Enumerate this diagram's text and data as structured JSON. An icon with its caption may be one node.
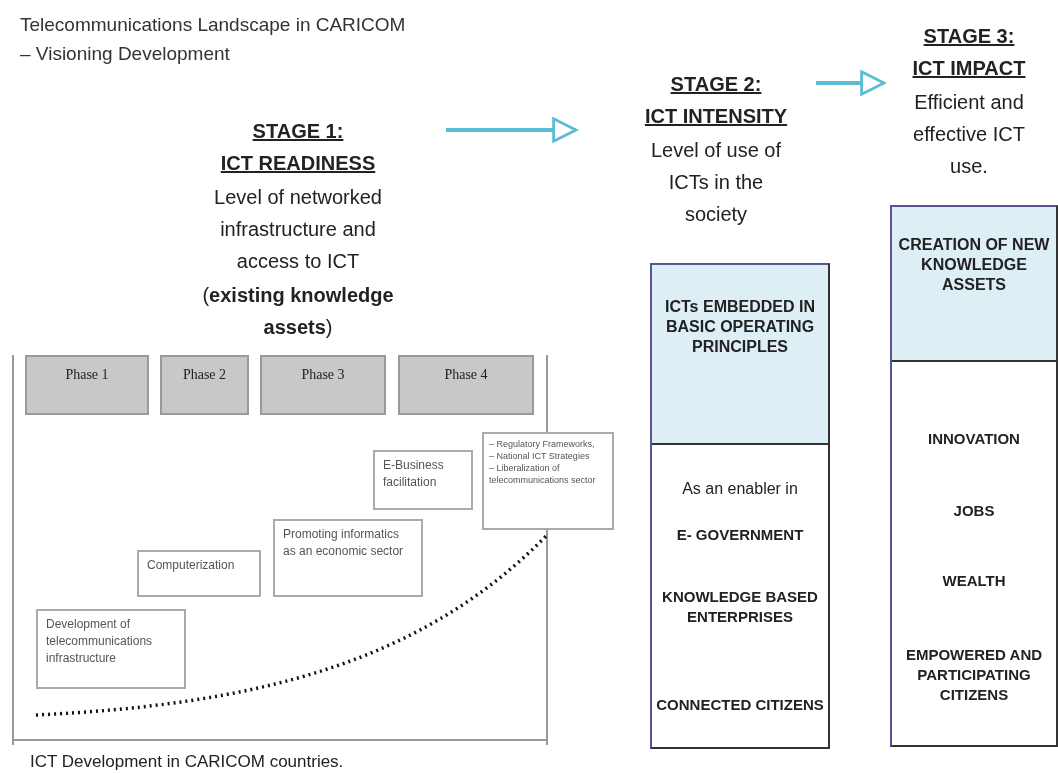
{
  "diagram": {
    "title": "Telecommunications Landscape in CARICOM – Visioning Development",
    "caption": "ICT Development in CARICOM countries.",
    "nodes": [
      {
        "text": [
          "STAGE 1:",
          "ICT READINESS",
          "Level of networked infrastructure and access to ICT",
          "(**existing knowledge assets**)"
        ]
      },
      {
        "text": [
          "STAGE 2:",
          "ICT INTENSITY",
          "Level of use of ICTs in the society"
        ]
      },
      {
        "text": [
          "STAGE 3:",
          "ICT IMPACT",
          "Efficient and effective ICT use."
        ]
      },
      {
        "text": [
          "Phase 1"
        ]
      },
      {
        "text": [
          "Phase 2"
        ]
      },
      {
        "text": [
          "Phase 3"
        ]
      },
      {
        "text": [
          "Phase 4"
        ]
      },
      {
        "text": [
          "E-Business facilitation"
        ]
      },
      {
        "text": [
          "– Regulatory Frameworks,",
          "– National ICT Strategies",
          "– Liberalization of telecommunications sector"
        ]
      },
      {
        "text": [
          "Computerization"
        ]
      },
      {
        "text": [
          "Promoting informatics as an economic sector"
        ]
      },
      {
        "text": [
          "Development of telecommunications infrastructure"
        ]
      },
      {
        "text": [
          "ICTs EMBEDDED IN BASIC OPERATING PRINCIPLES",
          "As an enabler in",
          "E- GOVERNMENT",
          "KNOWLEDGE BASED ENTERPRISES",
          "CONNECTED CITIZENS"
        ]
      },
      {
        "text": [
          "CREATION OF NEW KNOWLEDGE ASSETS",
          "INNOVATION",
          "JOBS",
          "WEALTH",
          "EMPOWERED AND PARTICIPATING CITIZENS"
        ]
      }
    ],
    "edges": [
      {
        "from": 0,
        "to": 1,
        "arrow": "to"
      },
      {
        "from": 1,
        "to": 2,
        "arrow": "to"
      }
    ]
  }
}
